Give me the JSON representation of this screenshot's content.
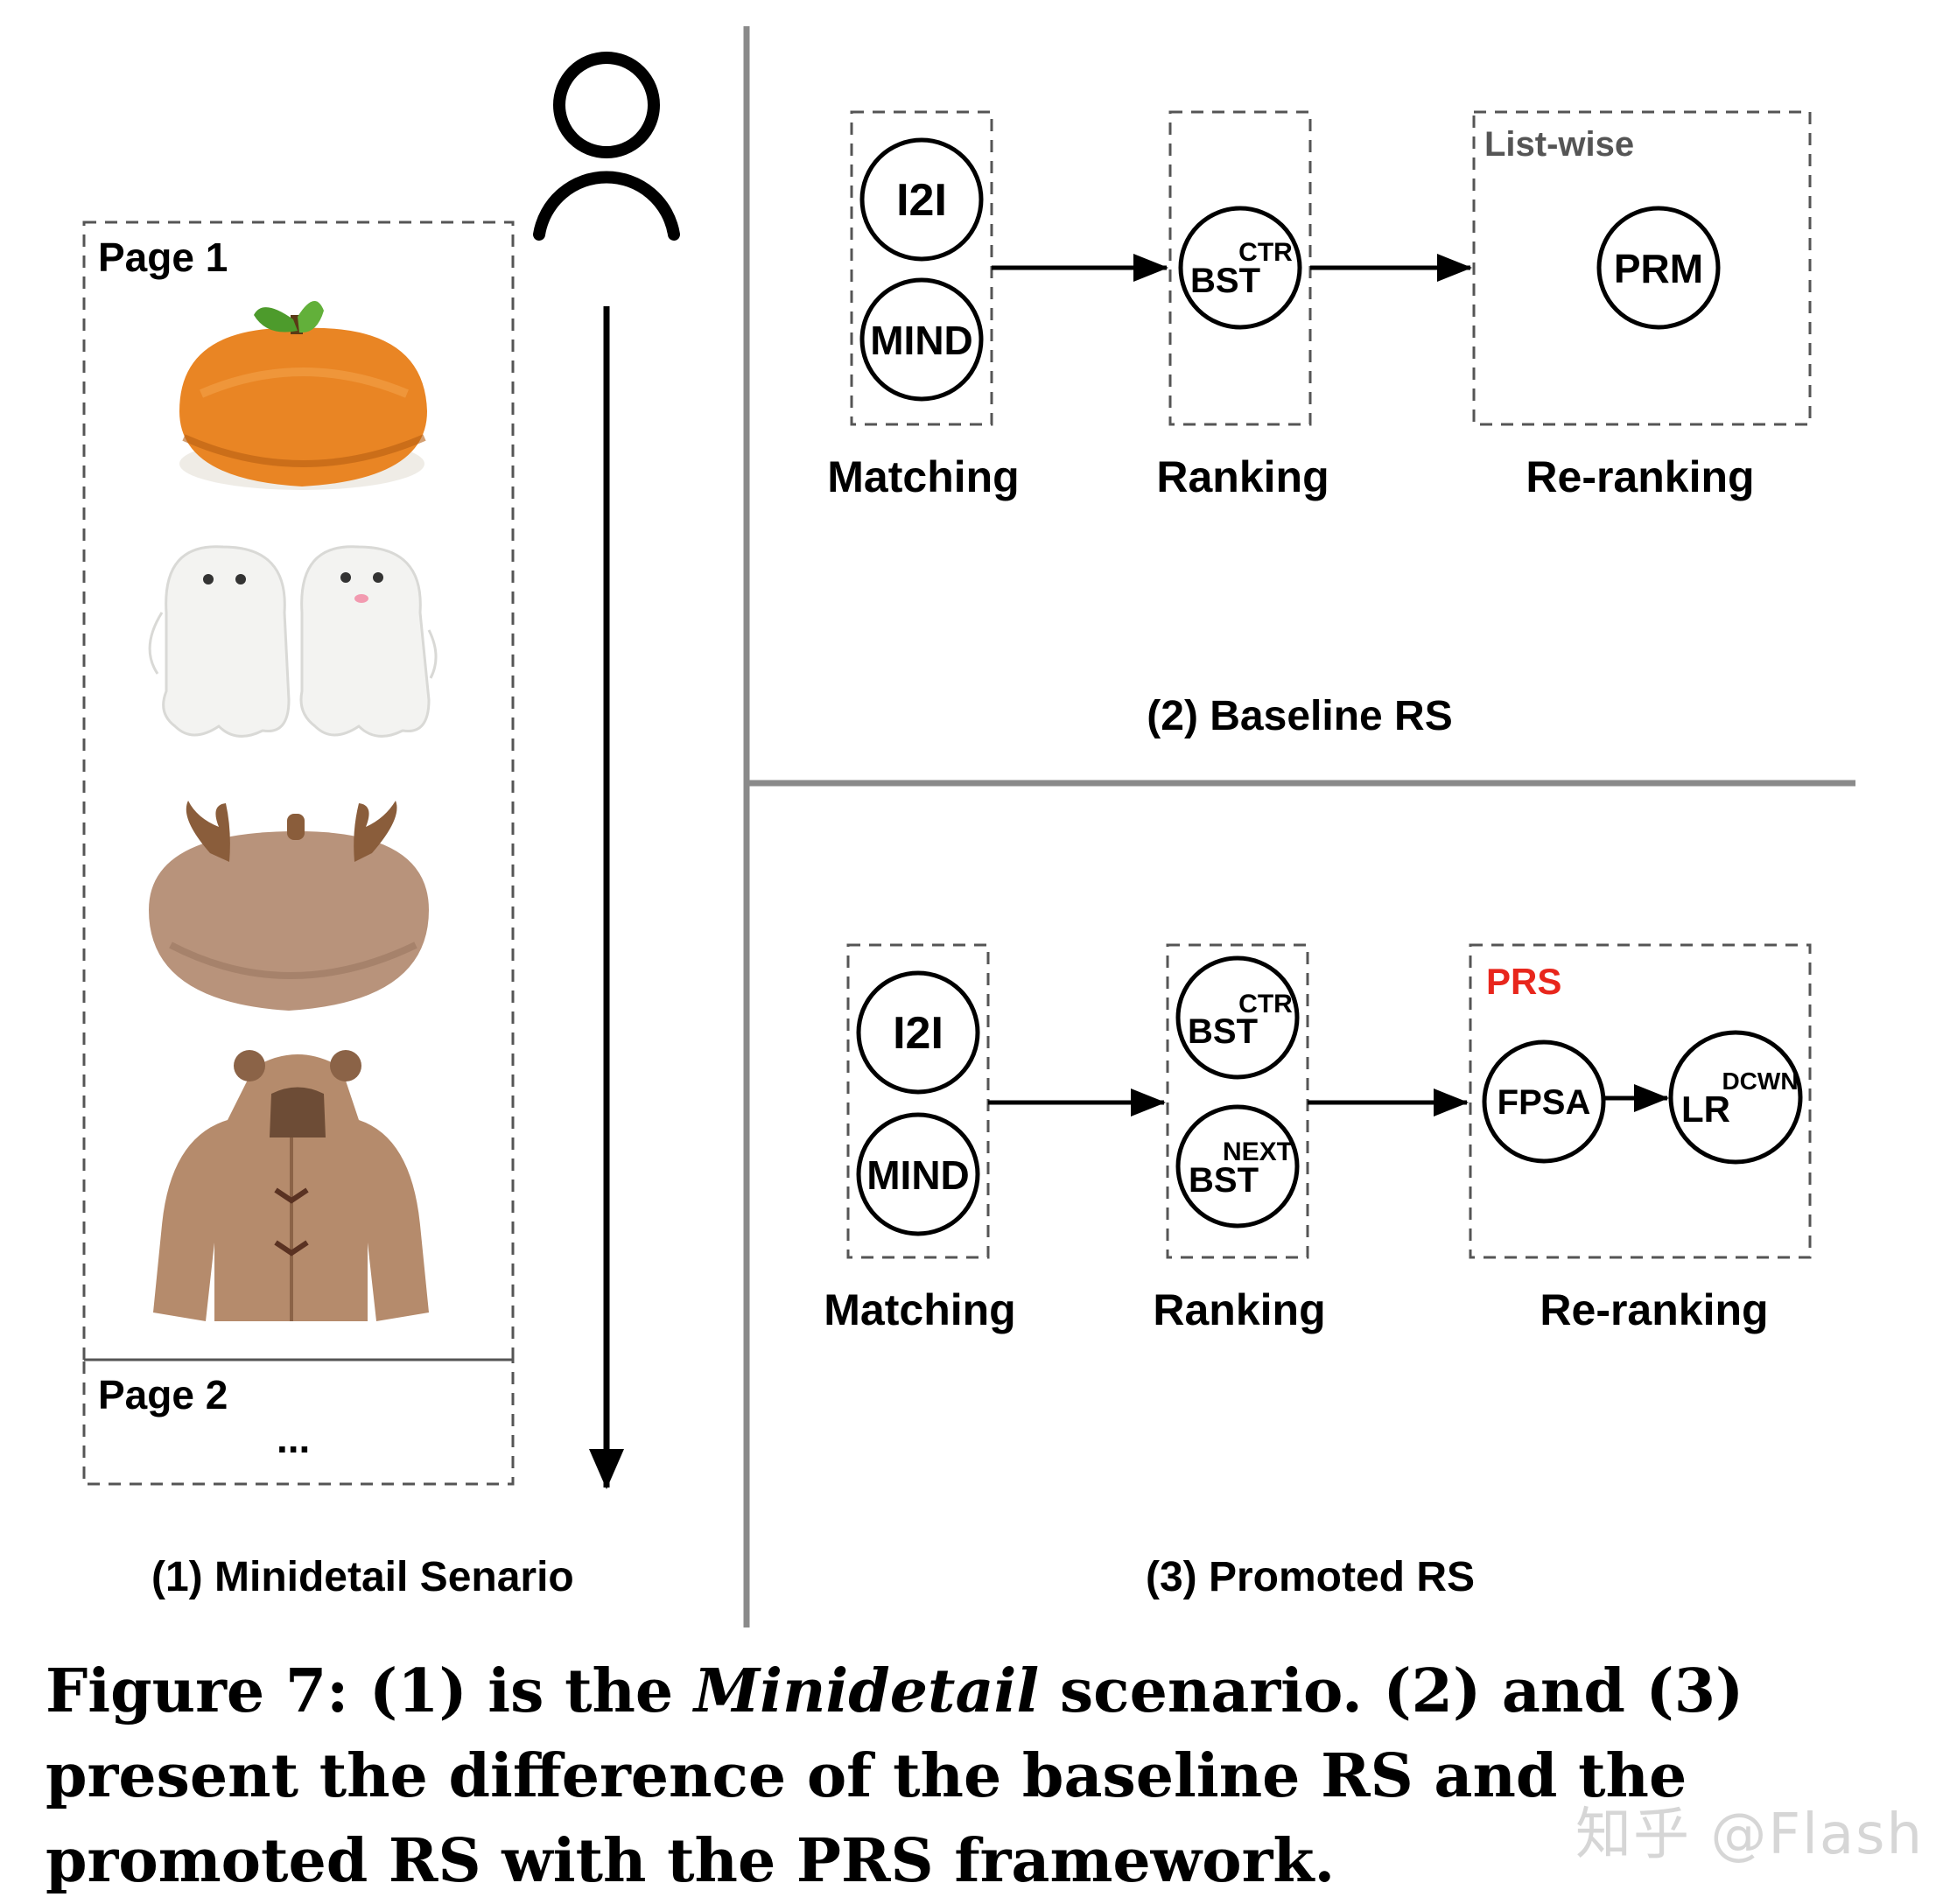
{
  "scenario": {
    "page1": "Page 1",
    "page2": "Page 2",
    "ellipsis": "...",
    "title": "(1) Minidetail Senario",
    "items": [
      "orange-beret-photo",
      "white-plush-toys-photo",
      "antler-beret-photo",
      "bear-hooded-coat-photo"
    ],
    "icons": [
      "user-icon",
      "scroll-down-arrow"
    ]
  },
  "baseline": {
    "title": "(2) Baseline RS",
    "matching": {
      "label": "Matching",
      "nodes": [
        "I2I",
        "MIND"
      ]
    },
    "ranking": {
      "label": "Ranking",
      "node": {
        "main": "BST",
        "sup": "CTR"
      }
    },
    "reranking": {
      "label": "Re-ranking",
      "box_title": "List-wise",
      "node": "PRM"
    }
  },
  "promoted": {
    "title": "(3) Promoted RS",
    "matching": {
      "label": "Matching",
      "nodes": [
        "I2I",
        "MIND"
      ]
    },
    "ranking": {
      "label": "Ranking",
      "nodes": [
        {
          "main": "BST",
          "sup": "CTR"
        },
        {
          "main": "BST",
          "sup": "NEXT"
        }
      ]
    },
    "reranking": {
      "label": "Re-ranking",
      "box_title": "PRS",
      "box_title_color": "#e8261c",
      "nodes": [
        {
          "main": "FPSA"
        },
        {
          "main": "LR",
          "sup": "DCWN"
        }
      ]
    }
  },
  "caption": {
    "lead": "Figure 7: (1) is the ",
    "emph": "Minidetail",
    "rest": " scenario. (2) and (3) present the difference of the baseline RS and the promoted RS with the PRS framework."
  },
  "watermark": "知乎 @Flash"
}
